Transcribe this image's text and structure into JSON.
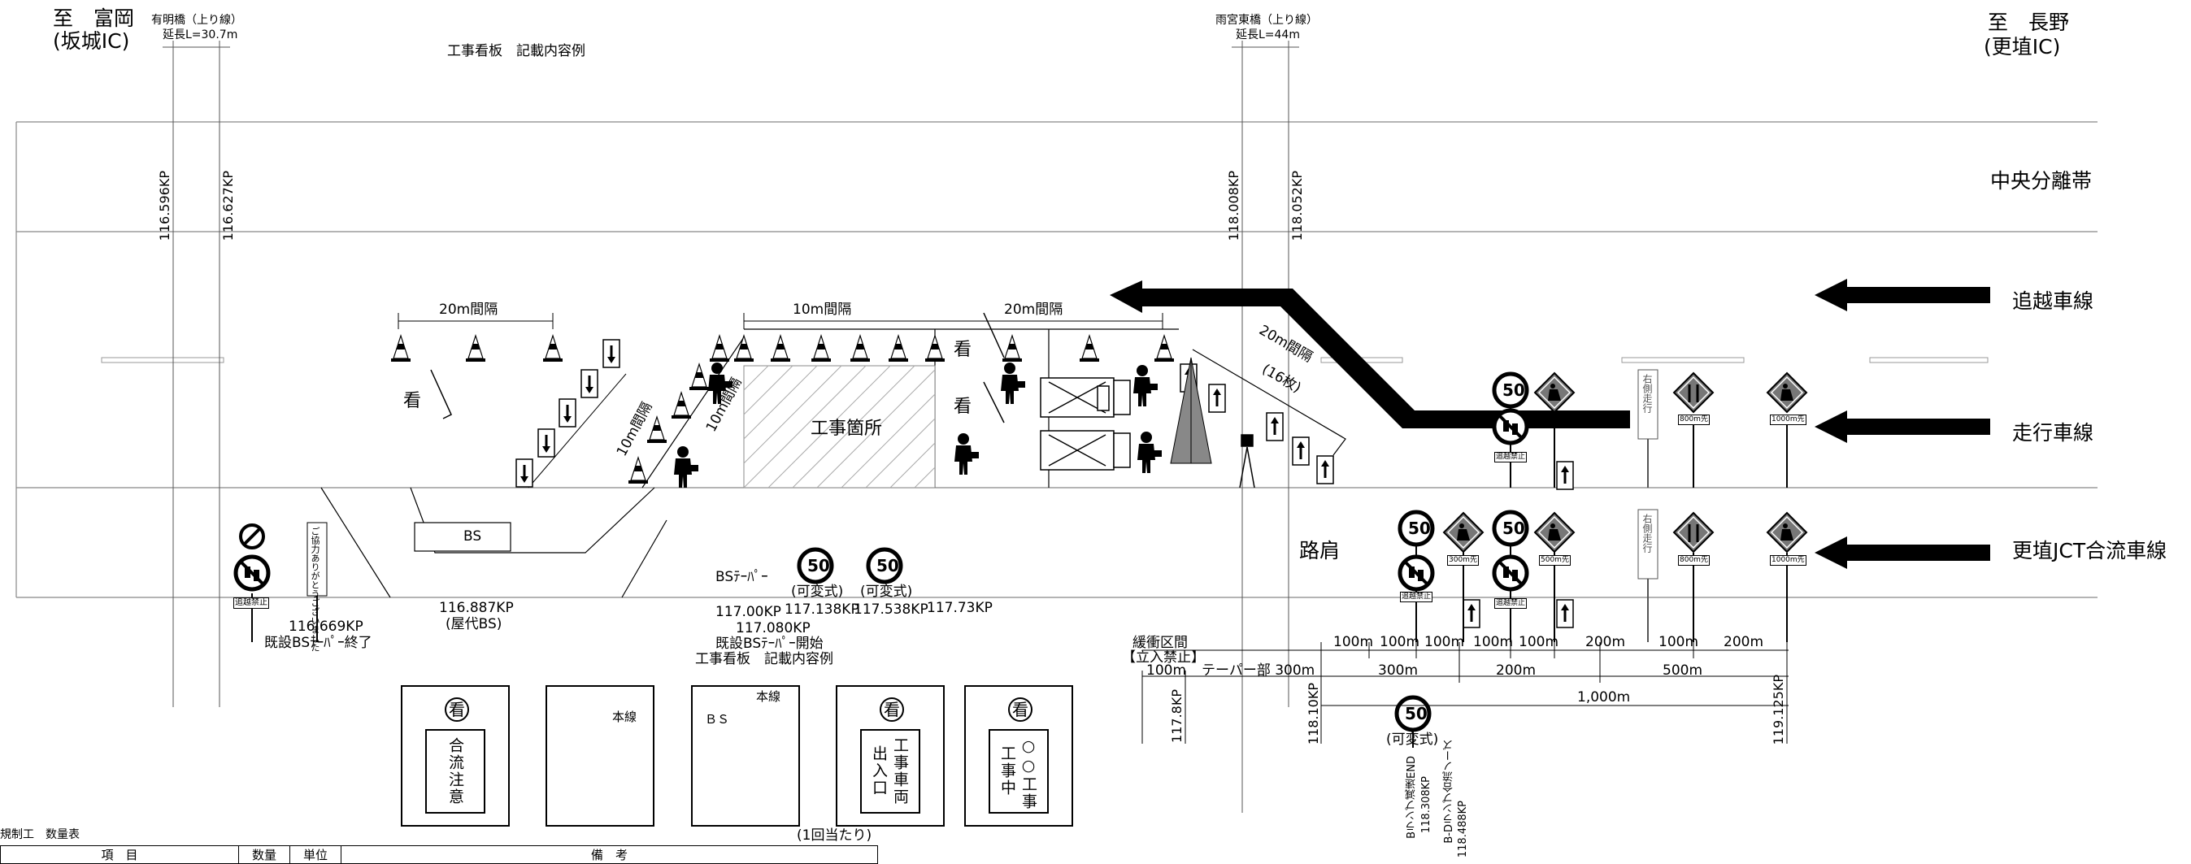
{
  "direction_left": {
    "line1": "至　富岡",
    "line2": "(坂城IC)"
  },
  "direction_right": {
    "line1": "至　長野",
    "line2": "(更埴IC)"
  },
  "bridges": [
    {
      "name": "有明橋（上り線）",
      "length": "延長L=30.7m"
    },
    {
      "name": "雨宮東橋（上り線）",
      "length": "延長L=44m"
    }
  ],
  "top_note": "工事看板　記載内容例",
  "bridge_kp": [
    "116.596KP",
    "116.627KP",
    "118.008KP",
    "118.052KP"
  ],
  "lanes": {
    "median": "中央分離帯",
    "passing": "追越車線",
    "travel": "走行車線",
    "merge": "更埴JCT合流車線",
    "shoulder": "路肩"
  },
  "intervals": {
    "a": "20m間隔",
    "b": "10m間隔",
    "c": "20m間隔",
    "d": "10m間隔",
    "e": "20m間隔",
    "e_count": "(16枚)"
  },
  "work_area": "工事箇所",
  "bs": "BS",
  "kanban_char": "看",
  "speed_value": "50",
  "sign_text": {
    "no_passing": "追越禁止",
    "d300": "300m先",
    "d500": "500m先",
    "d800": "800m先",
    "d1000": "1000m先",
    "keep_right": "右側走行",
    "thanks": "ご協力ありがとうございました"
  },
  "kp_labels": {
    "bs_end_kp": "116.669KP",
    "bs_end": "既設BSﾃｰﾊﾟｰ終了",
    "yashiro_kp": "116.887KP",
    "yashiro": "(屋代BS)",
    "bs_taper": "BSﾃｰﾊﾟｰ",
    "kp117": "117.00KP",
    "kp117_08": "117.080KP",
    "bs_start": "既設BSﾃｰﾊﾟｰ開始",
    "kp117_138": "117.138KP",
    "kp117_538": "117.538KP",
    "kp117_73": "117.73KP",
    "variable": "(可変式)",
    "kp117_8": "117.8KP",
    "kp118_1": "118.10KP",
    "kp119_125": "119.125KP",
    "ramp1": "Bランプ減速END",
    "ramp2": "118.308KP",
    "ramp3": "B-Dランプ合流ノーズ",
    "ramp4": "118.488KP"
  },
  "buffer": {
    "line1": "緩衝区間",
    "line2": "【立入禁止】",
    "len": "100m",
    "taper": "テーパー部 300m"
  },
  "dims_row1": [
    "100m",
    "100m",
    "100m",
    "100m",
    "100m",
    "200m",
    "100m",
    "200m"
  ],
  "dims_row2": [
    "300m",
    "200m",
    "500m"
  ],
  "dims_row3": "1,000m",
  "bottom_note": "工事看板　記載内容例",
  "boards": [
    {
      "kan": "看",
      "text": "合流注意"
    },
    {
      "label": "本線"
    },
    {
      "label": "本線",
      "bs": "ＢＳ"
    },
    {
      "kan": "看",
      "text1": "工事車両",
      "text2": "出入口"
    },
    {
      "kan": "看",
      "text1": "○○工事",
      "text2": "工事中"
    }
  ],
  "per_once": "(1回当たり)",
  "table": {
    "title": "規制工　数量表",
    "headers": [
      "項　目",
      "数量",
      "単位",
      "備　考"
    ]
  },
  "colors": {
    "arrow": "#000000",
    "gray_sign": "#7a7a7a",
    "cone_gray": "#888888"
  }
}
